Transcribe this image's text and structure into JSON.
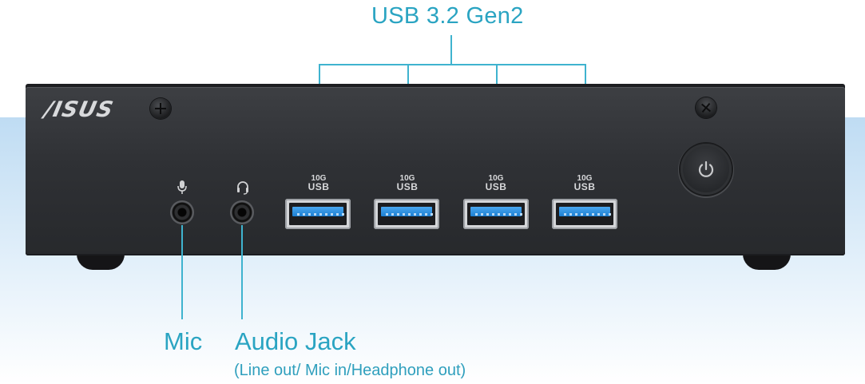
{
  "callouts": {
    "usb_title": "USB 3.2 Gen2",
    "mic": "Mic",
    "audio_jack": "Audio Jack",
    "audio_jack_sub": "(Line out/ Mic in/Headphone out)"
  },
  "device": {
    "brand": "/ISUS",
    "usb_ports": [
      {
        "speed": "10G",
        "type": "USB"
      },
      {
        "speed": "10G",
        "type": "USB"
      },
      {
        "speed": "10G",
        "type": "USB"
      },
      {
        "speed": "10G",
        "type": "USB"
      }
    ],
    "icons": {
      "mic": "microphone-icon",
      "headset": "headphone-mic-icon",
      "power": "power-icon"
    }
  },
  "colors": {
    "accent": "#2aa4c2",
    "usb_blue": "#1c7fd2",
    "chassis": "#2f3135"
  }
}
